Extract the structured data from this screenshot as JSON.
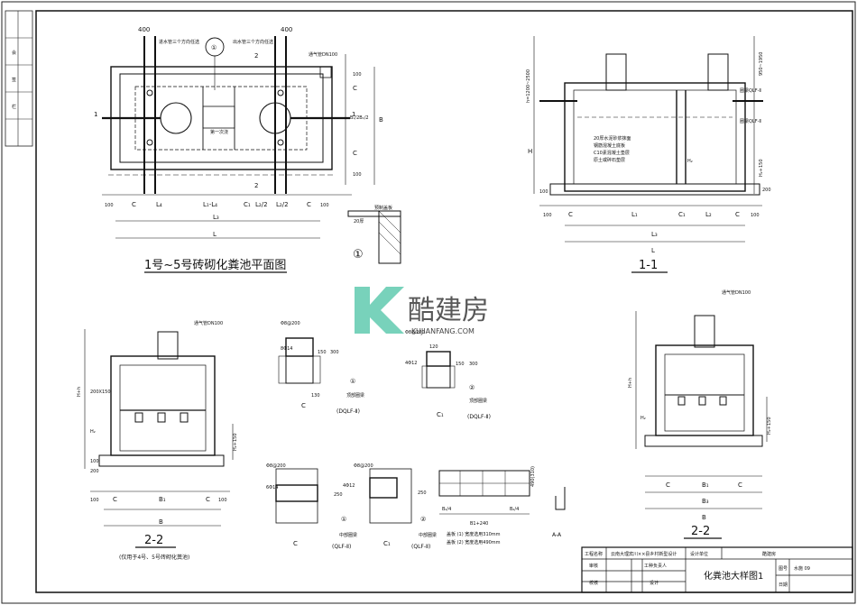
{
  "drawing_titles": {
    "plan": "1号~5号砖砌化粪池平面图",
    "sec11": "1-1",
    "sec22_left": "2-2",
    "sec22_right": "2-2",
    "left_note": "(仅用于4号、5号砖砌化粪池)",
    "aa": "A-A"
  },
  "plan_dims": {
    "d400a": "400",
    "d400b": "400",
    "inlet": "进水管三个方向任选",
    "outlet": "出水管三个方向任选",
    "vent": "通气管DN100",
    "cover": "第一次浇",
    "c": "C",
    "l4": "L₄",
    "l1l4": "L₁-L₄",
    "c1": "C₁",
    "l22": "L₂/2",
    "l22b": "L₂/2",
    "c2": "C",
    "d100l": "100",
    "d100r": "100",
    "l3": "L₃",
    "l": "L",
    "b12": "B₁/2",
    "b1b2": "B₁/2B₁/2",
    "b": "B",
    "c_top": "C",
    "c_bot": "C",
    "d100t": "100",
    "d100b": "100",
    "sec_left": "1",
    "sec_right": "1",
    "sec_top": "2",
    "sec_bot": "2",
    "circle1": "①"
  },
  "detail1": {
    "label": "预制盖板",
    "d20": "20厚",
    "num": "①"
  },
  "sec11_dims": {
    "top_range": "h=1200~2500",
    "h": "H",
    "h2h150": "H₂+150",
    "d950": "950~1950",
    "dqlf": "圈梁QLF-Ⅱ",
    "dqlf2": "圈梁QLF-Ⅱ",
    "note1": "20厚水泥砂浆抹面",
    "note2": "钢筋混凝土底板",
    "note3": "C10素混凝土垫层",
    "note4": "原土或碎石垫层",
    "d200": "200",
    "d100": "100",
    "c": "C",
    "l1": "L₁",
    "c1": "C₁",
    "l2": "L₂",
    "c2": "C",
    "l3": "L₃",
    "l": "L",
    "d100a": "100",
    "d100b": "100",
    "h2": "H₂"
  },
  "sec22l_dims": {
    "hh": "H+h",
    "h2": "H₂",
    "h2150": "H₂+150",
    "vent": "通气管DN100",
    "opening": "200X150",
    "d100": "100",
    "d200": "200",
    "c": "C",
    "b1": "B₁",
    "c2": "C",
    "d100l": "100",
    "d100r": "100",
    "b": "B"
  },
  "sec22r_dims": {
    "hh": "H+h",
    "h2": "H₂",
    "h2150": "H₂+150",
    "vent": "通气管DN100",
    "c": "C",
    "b1": "B₁",
    "c2": "C",
    "b3": "B₃",
    "b": "B"
  },
  "beam_details": {
    "b1_rebar_top": "Φ8@200",
    "b1_rebar_side": "8Φ14",
    "b1_d150": "150",
    "b1_d300": "300",
    "b1_d130": "130",
    "b1_c": "C",
    "b1_num": "①",
    "b1_name": "顶部圈梁",
    "b1_code": "(DQLF-Ⅱ)",
    "b2_rebar_top": "Φ8@200",
    "b2_rebar_side": "4Φ12",
    "b2_d120": "120",
    "b2_d150": "150",
    "b2_d300": "300",
    "b2_c1": "C₁",
    "b2_num": "②",
    "b2_name": "顶部圈梁",
    "b2_code": "(DQLF-Ⅱ)",
    "m1_rebar": "Φ8@200",
    "m1_side": "6Φ14",
    "m1_d250": "250",
    "m1_c": "C",
    "m1_num": "①",
    "m1_name": "中部圈梁",
    "m1_code": "(QLF-Ⅱ)",
    "m2_rebar": "Φ8@200",
    "m2_side": "4Φ12",
    "m2_d250": "250",
    "m2_c1": "C₁",
    "m2_num": "②",
    "m2_name": "中部圈梁",
    "m2_code": "(QLF-Ⅱ)"
  },
  "slab_detail": {
    "d250": "250",
    "d490": "490(310)",
    "b4a": "B₂/4",
    "b1240": "B1+240",
    "b4b": "B₂/4",
    "note1": "盖板 (1) 宽度选用310mm",
    "note2": "盖板 (2) 宽度选用490mm"
  },
  "watermark": {
    "cn": "酷建房",
    "en": "KUJIANFANG.COM"
  },
  "title_block": {
    "c1_label": "工程名称",
    "c1_value": "云南大理宾川××县乡村新型设计",
    "c2_label": "设计单位",
    "c2_value": "酷建房",
    "r2_a": "审核",
    "r2_b": "工种负责人",
    "r3_a": "校核",
    "r3_b": "设计",
    "drawing_name": "化粪池大样图1",
    "sheet_label": "图号",
    "sheet_value": "水施 09",
    "date_label": "日期"
  },
  "left_strip": {
    "a": "会",
    "b": "签",
    "c": "栏"
  }
}
